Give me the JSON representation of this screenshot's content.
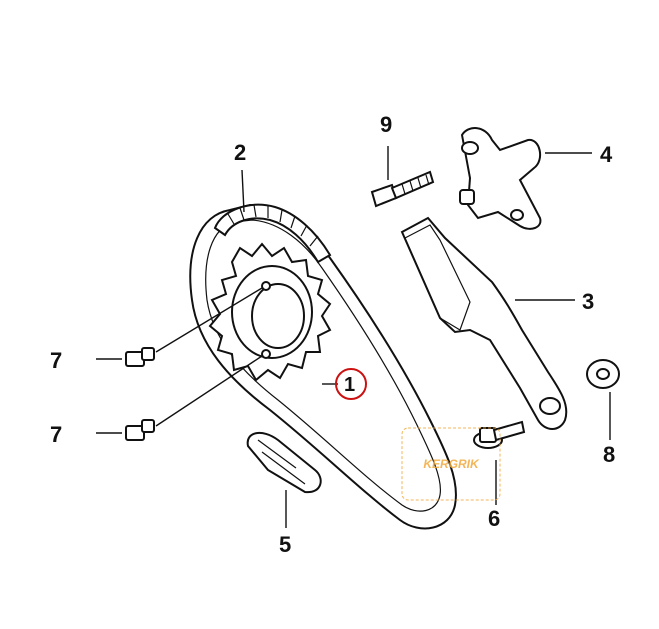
{
  "labels": {
    "p1": "1",
    "p2": "2",
    "p3": "3",
    "p4": "4",
    "p5": "5",
    "p6": "6",
    "p7a": "7",
    "p7b": "7",
    "p8": "8",
    "p9": "9"
  },
  "highlight": {
    "part": "1",
    "color": "#cc1111"
  },
  "watermark": {
    "text": "KERGRIK",
    "color": "#f2a93b"
  }
}
